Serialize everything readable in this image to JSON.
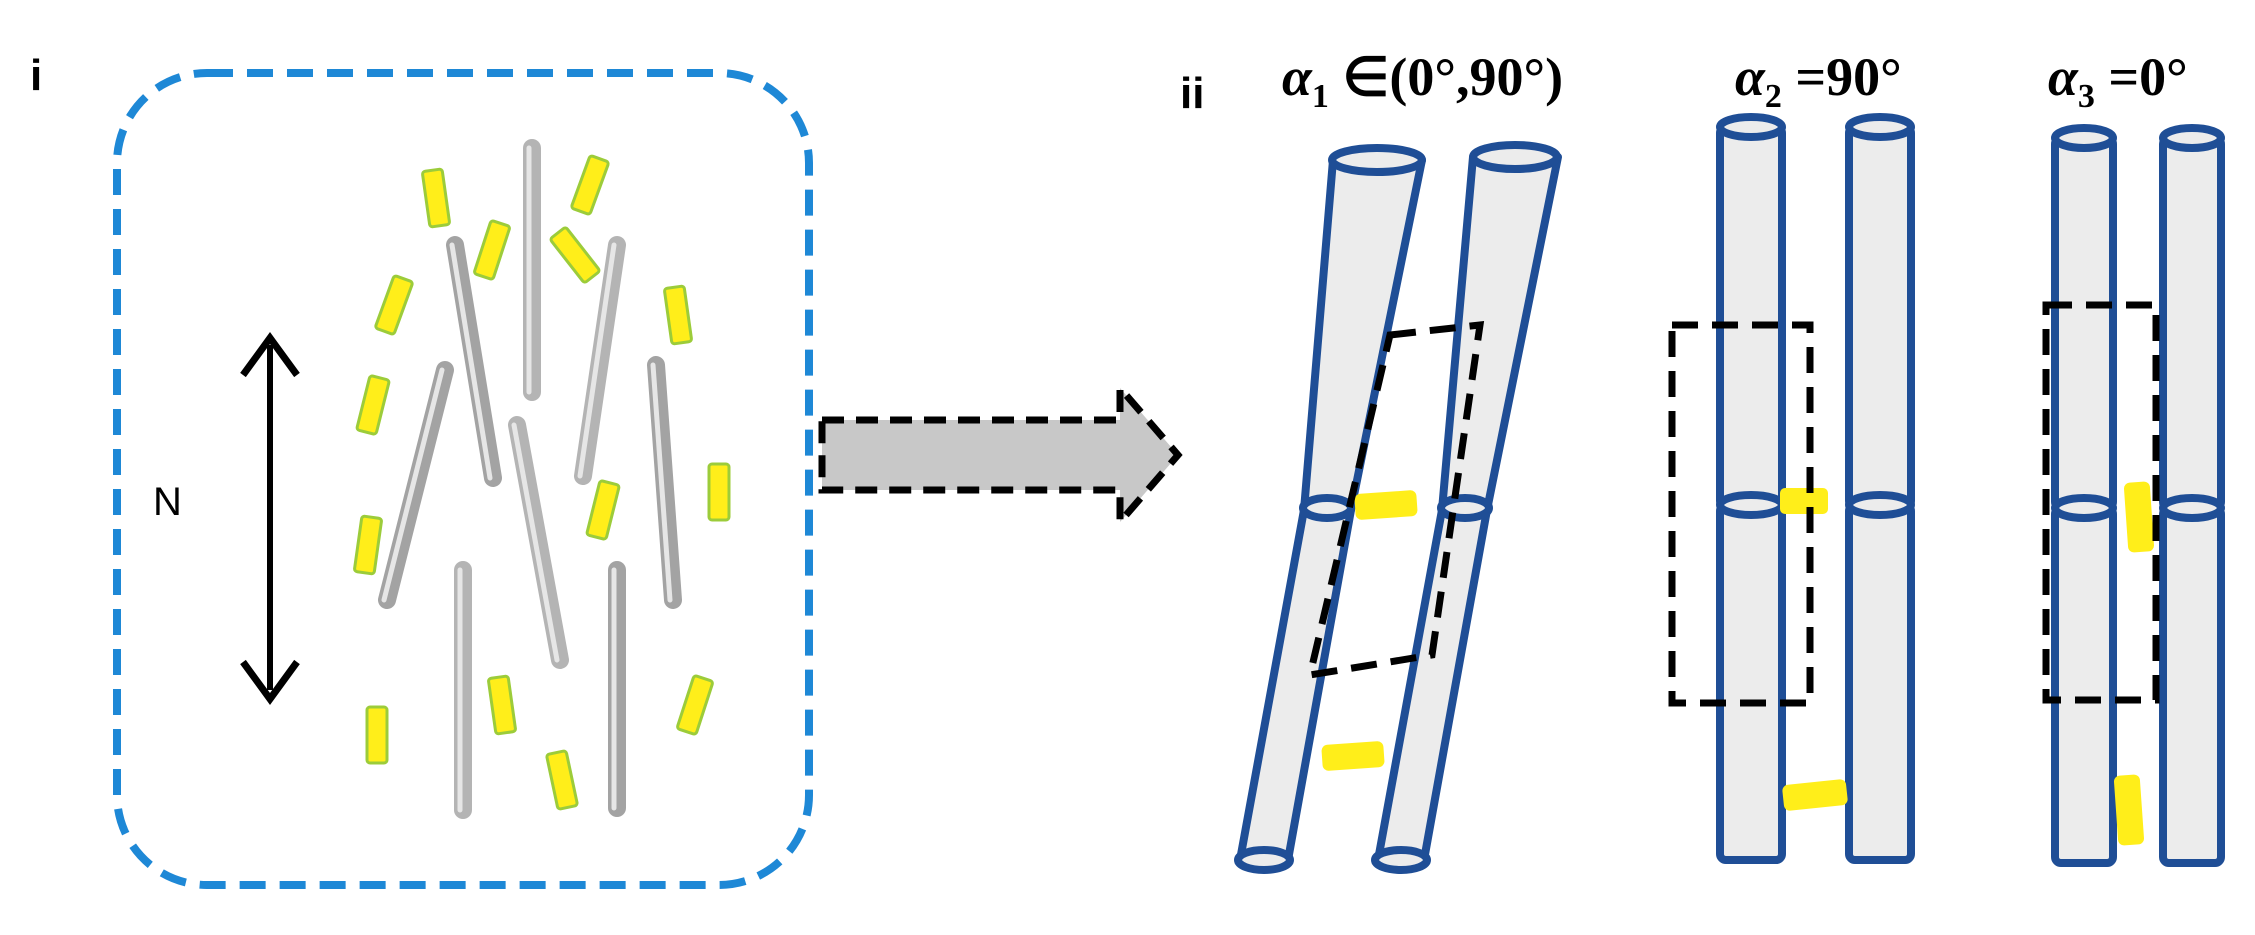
{
  "panels": {
    "i": {
      "label": "i",
      "director_label": "N"
    },
    "ii": {
      "label": "ii",
      "configurations": [
        {
          "symbol": "α",
          "subscript": "1",
          "relation": " ∈(0°,90°)"
        },
        {
          "symbol": "α",
          "subscript": "2",
          "relation": " =90°"
        },
        {
          "symbol": "α",
          "subscript": "3",
          "relation": " =0°"
        }
      ]
    }
  },
  "colors": {
    "box_border": "#1e88d6",
    "rod_outline": "#1f4e96",
    "rod_fill": "#ececec",
    "nanoparticle_fill": "#ffee1a",
    "nanoparticle_edge": "#9ccc3a",
    "grey_rod_dark": "#8a8a8a",
    "grey_rod_light": "#d6d6d6",
    "arrow_fill": "#c8c8c8",
    "dashed_box": "#000000"
  }
}
